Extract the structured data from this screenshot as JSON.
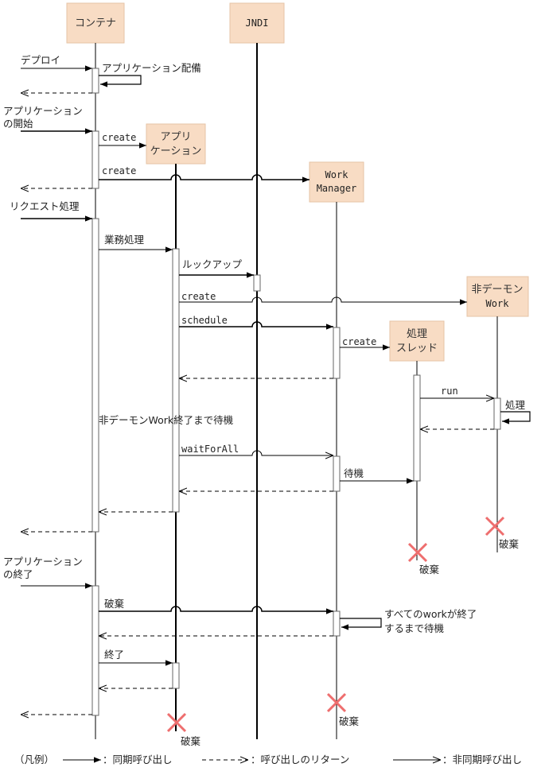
{
  "lifelines": {
    "container": "コンテナ",
    "jndi": "JNDI",
    "app_line1": "アプリ",
    "app_line2": "ケーション",
    "wm_line1": "Work",
    "wm_line2": "Manager",
    "thread_line1": "処理",
    "thread_line2": "スレッド",
    "ndw_line1": "非デーモン",
    "ndw_line2": "Work"
  },
  "messages": {
    "deploy": "デプロイ",
    "app_deploy": "アプリケーション配備",
    "app_start_1": "アプリケーション",
    "app_start_2": "の開始",
    "create1": "create",
    "create2": "create",
    "request": "リクエスト処理",
    "business": "業務処理",
    "lookup": "ルックアップ",
    "create3": "create",
    "schedule": "schedule",
    "create4": "create",
    "run": "run",
    "process": "処理",
    "wait_note": "非デーモンWork終了まで待機",
    "waitforall": "waitForAll",
    "wait": "待機",
    "app_end_1": "アプリケーション",
    "app_end_2": "の終了",
    "destroy": "破棄",
    "all_work_1": "すべてのworkが終了",
    "all_work_2": "するまで待機",
    "end": "終了"
  },
  "destroy_labels": {
    "thread": "破棄",
    "ndw": "破棄",
    "wm": "破棄",
    "app": "破棄"
  },
  "legend": {
    "prefix": "（凡例）",
    "sync": "：同期呼び出し",
    "ret": "：呼び出しのリターン",
    "async": "：非同期呼び出し"
  },
  "colors": {
    "box_fill": "#f8dcc4",
    "box_stroke": "#e6c3a6",
    "destroy_x": "#ee6e6e"
  }
}
